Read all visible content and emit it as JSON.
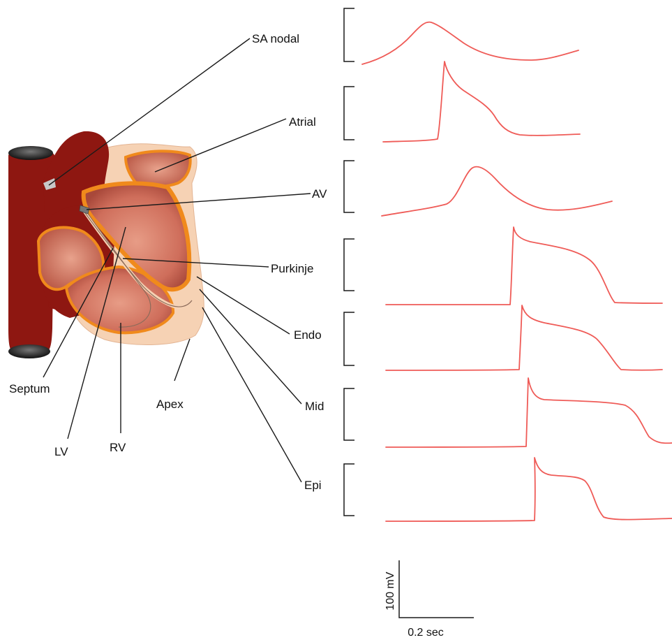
{
  "labels": {
    "sa_nodal": "SA nodal",
    "atrial": "Atrial",
    "av": "AV",
    "purkinje": "Purkinje",
    "endo": "Endo",
    "mid": "Mid",
    "epi": "Epi",
    "septum": "Septum",
    "lv": "LV",
    "rv": "RV",
    "apex": "Apex"
  },
  "scale_bar": {
    "voltage": "100 mV",
    "time": "0.2 sec"
  },
  "colors": {
    "vessel": "#8e1711",
    "chamber": "#c8614f",
    "conduction": "#f08a1c",
    "tissue": "#f6d2b4",
    "trace": "#ef5b57"
  }
}
